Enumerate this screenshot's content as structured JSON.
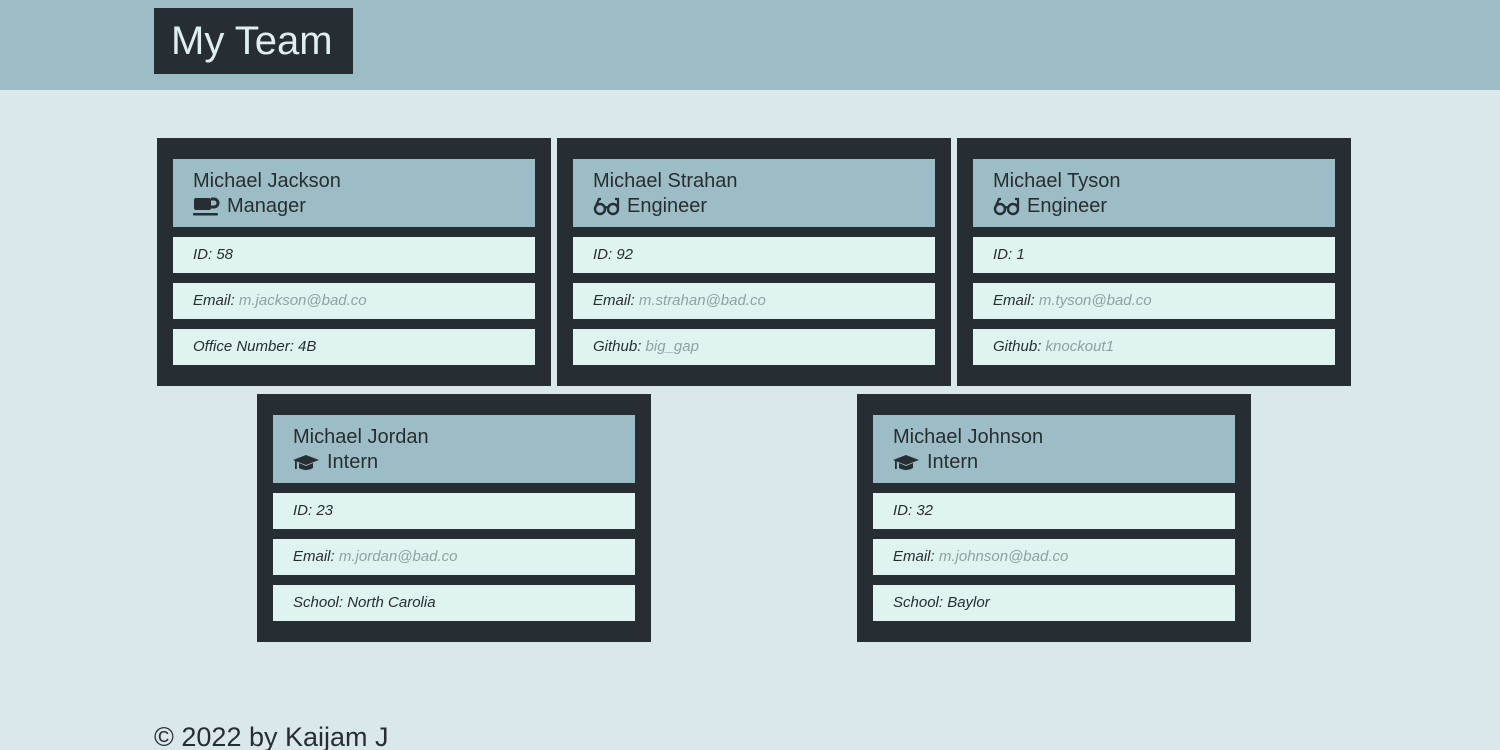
{
  "header": {
    "title": "My Team"
  },
  "colors": {
    "header_bg": "#9dbdc6",
    "page_bg": "#dae8ec",
    "card_bg": "#272e33",
    "card_head_bg": "#9dbdc6",
    "row_bg": "#dff3f1",
    "muted_text": "#8ea2a4"
  },
  "cards": [
    {
      "name": "Michael Jackson",
      "role": "Manager",
      "role_icon": "coffee-mug-icon",
      "id_label": "ID: 58",
      "email_label": "Email:",
      "email": "m.jackson@bad.co",
      "extra_label": "Office Number: 4B",
      "extra_value": ""
    },
    {
      "name": "Michael Strahan",
      "role": "Engineer",
      "role_icon": "glasses-icon",
      "id_label": "ID: 92",
      "email_label": "Email:",
      "email": "m.strahan@bad.co",
      "extra_label": "Github:",
      "extra_value": "big_gap"
    },
    {
      "name": "Michael Tyson",
      "role": "Engineer",
      "role_icon": "glasses-icon",
      "id_label": "ID: 1",
      "email_label": "Email:",
      "email": "m.tyson@bad.co",
      "extra_label": "Github:",
      "extra_value": "knockout1"
    },
    {
      "name": "Michael Jordan",
      "role": "Intern",
      "role_icon": "graduation-cap-icon",
      "id_label": "ID: 23",
      "email_label": "Email:",
      "email": "m.jordan@bad.co",
      "extra_label": "School: North Carolia",
      "extra_value": ""
    },
    {
      "name": "Michael Johnson",
      "role": "Intern",
      "role_icon": "graduation-cap-icon",
      "id_label": "ID: 32",
      "email_label": "Email:",
      "email": "m.johnson@bad.co",
      "extra_label": "School: Baylor",
      "extra_value": ""
    }
  ],
  "footer": {
    "text": "© 2022 by Kaijam J"
  }
}
